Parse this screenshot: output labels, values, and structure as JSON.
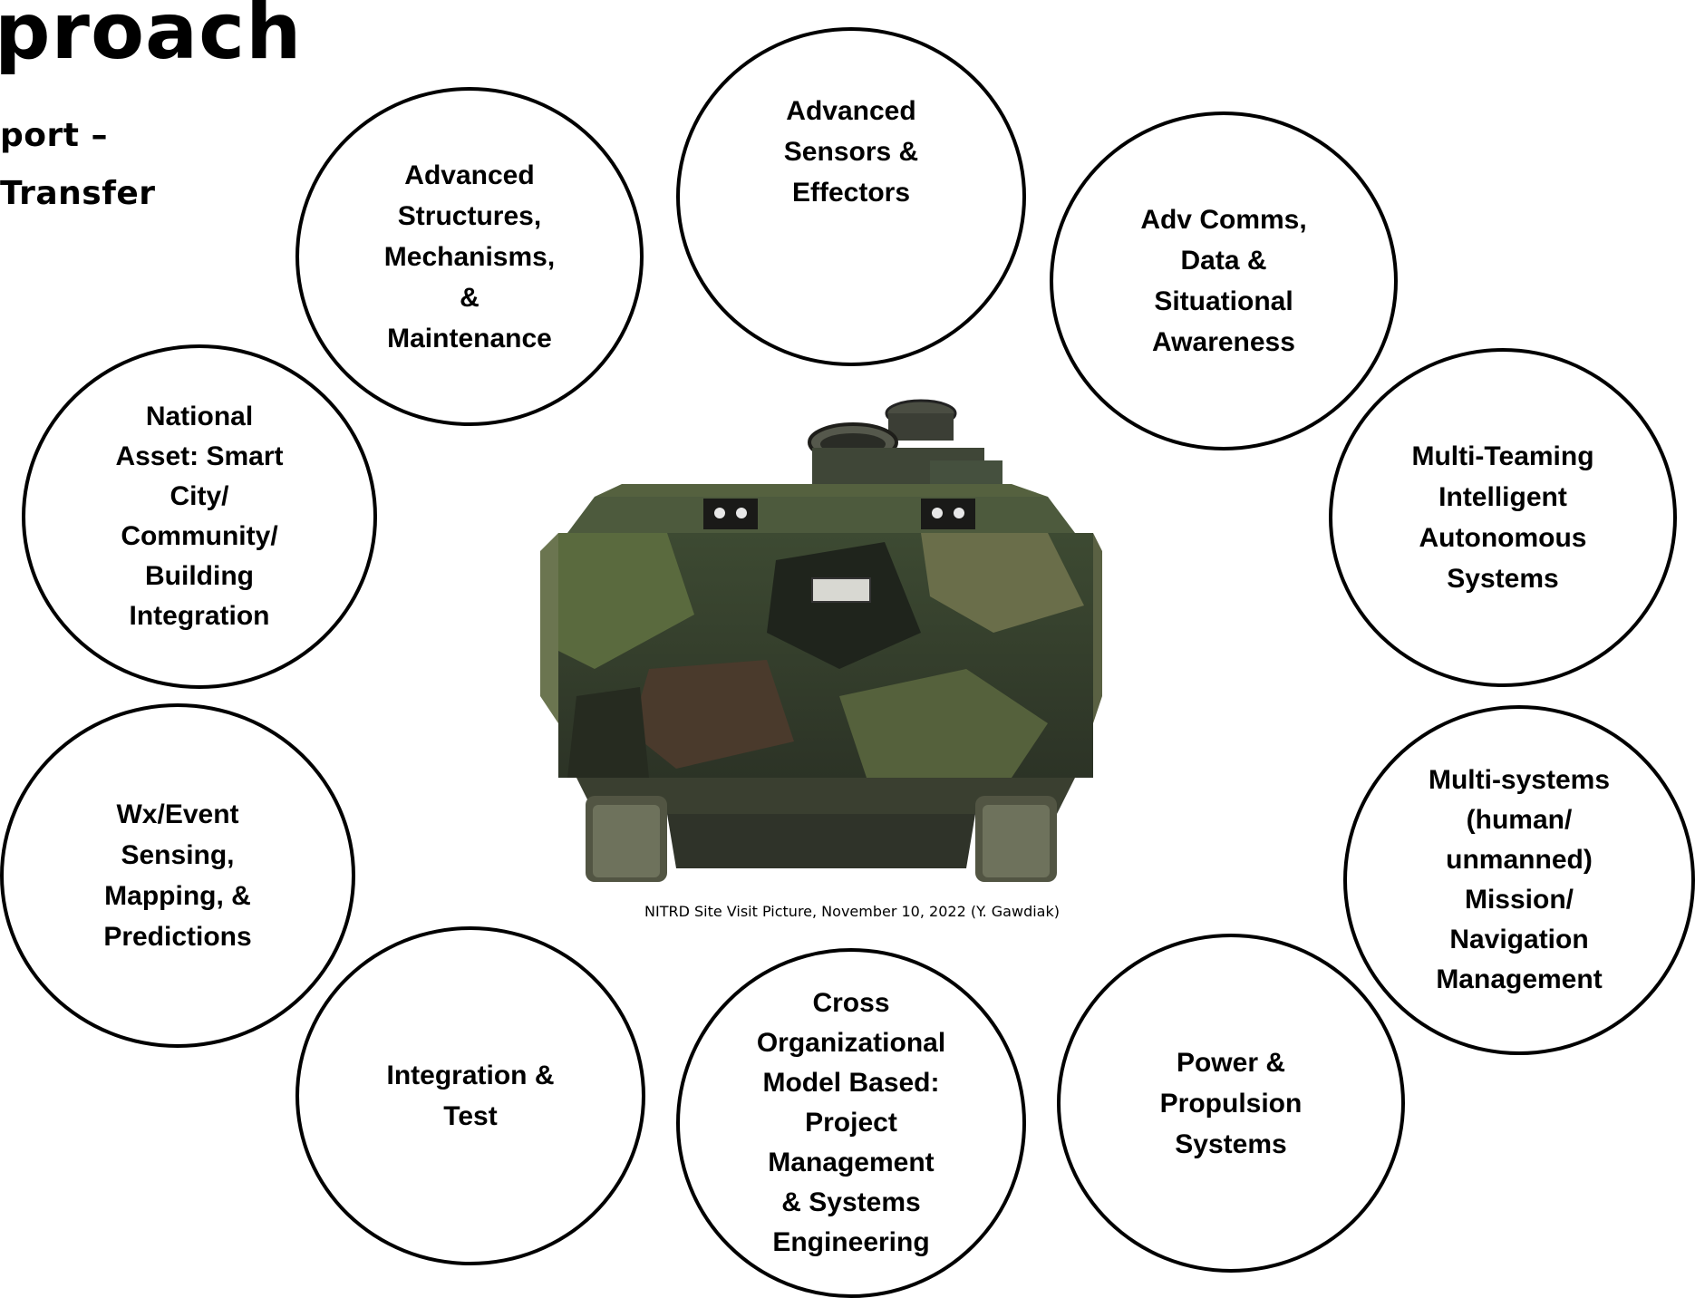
{
  "header": {
    "title": "proach",
    "subtitle": "port –\nTransfer"
  },
  "circles": [
    {
      "label": "Advanced\nStructures,\nMechanisms,\n&\nMaintenance"
    },
    {
      "label": "Advanced\nSensors &\nEffectors"
    },
    {
      "label": "Adv Comms,\nData &\nSituational\nAwareness"
    },
    {
      "label": "National\nAsset: Smart\nCity/\nCommunity/\nBuilding\nIntegration"
    },
    {
      "label": "Multi-Teaming\nIntelligent\nAutonomous\nSystems"
    },
    {
      "label": "Wx/Event\nSensing,\nMapping, &\nPredictions"
    },
    {
      "label": "Multi-systems\n(human/\nunmanned)\nMission/\nNavigation\nManagement"
    },
    {
      "label": "Integration &\nTest"
    },
    {
      "label": "Cross\nOrganizational\nModel Based:\nProject\nManagement\n& Systems\nEngineering"
    },
    {
      "label": "Power &\nPropulsion\nSystems"
    }
  ],
  "photo": {
    "caption": "NITRD Site Visit Picture, November 10, 2022 (Y. Gawdiak)"
  }
}
